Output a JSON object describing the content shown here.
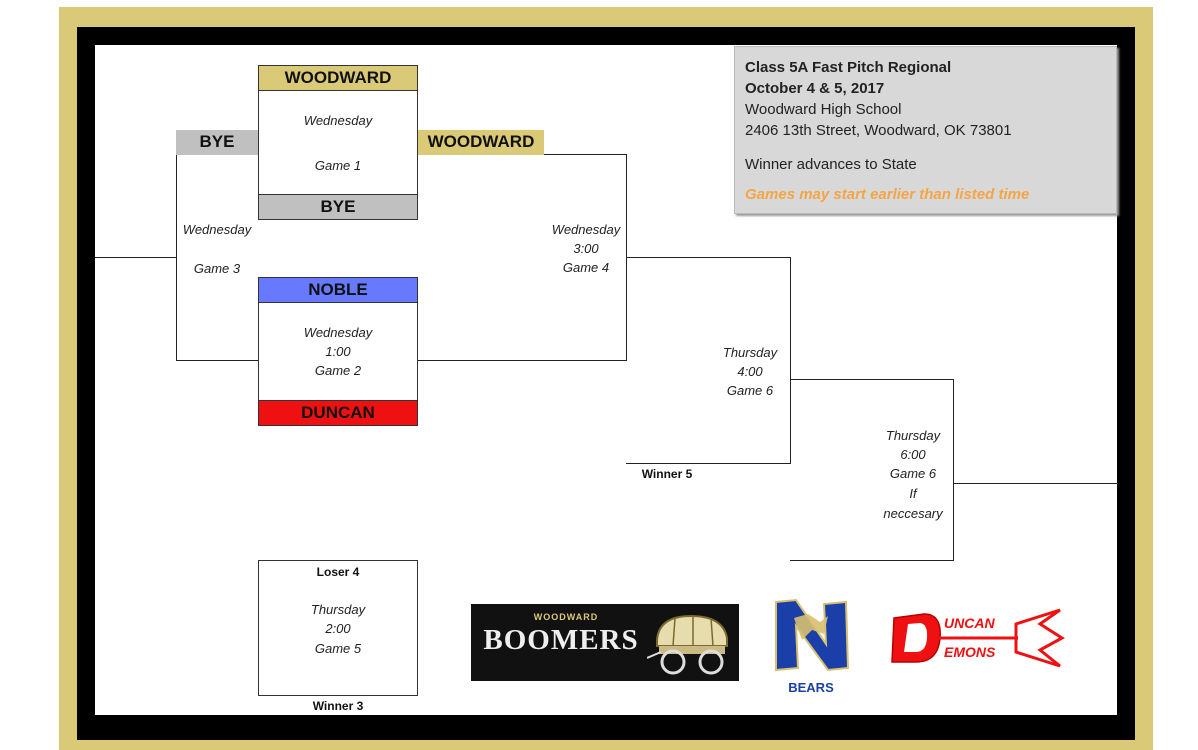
{
  "info": {
    "title": "Class 5A Fast Pitch Regional",
    "dates": "October 4 & 5, 2017",
    "venue": "Woodward High School",
    "address": "2406 13th Street, Woodward, OK  73801",
    "advance": "Winner advances to State",
    "warning": "Games may start earlier than listed time"
  },
  "teams": {
    "woodward_top": "WOODWARD",
    "bye_box": "BYE",
    "bye_left": "BYE",
    "woodward_adv": "WOODWARD",
    "noble": "NOBLE",
    "duncan": "DUNCAN"
  },
  "games": {
    "g1": [
      "Wednesday",
      "",
      "Game 1"
    ],
    "g2": [
      "Wednesday",
      "1:00",
      "Game 2"
    ],
    "g3": [
      "Wednesday",
      "",
      "Game 3"
    ],
    "g4": [
      "Wednesday",
      "3:00",
      "Game 4"
    ],
    "g5": [
      "Thursday",
      "2:00",
      "Game 5"
    ],
    "g6": [
      "Thursday",
      "4:00",
      "Game 6"
    ],
    "g7": [
      "Thursday",
      "6:00",
      "Game 6",
      "If",
      "neccesary"
    ]
  },
  "labels": {
    "winner5": "Winner 5",
    "loser4": "Loser 4",
    "winner3": "Winner 3"
  },
  "logos": {
    "boomers_top": "WOODWARD",
    "boomers_main": "BOOMERS",
    "bears_letter": "N",
    "bears": "BEARS",
    "duncan_d": "D",
    "duncan_top": "UNCAN",
    "duncan_bottom": "EMONS"
  },
  "colors": {
    "gold": "#dac976",
    "bye_gray": "#c0c0c0",
    "noble_blue": "#6679ff",
    "duncan_red": "#ef1111",
    "warning_orange": "#f4a545",
    "bears_blue": "#1b3fa8"
  }
}
